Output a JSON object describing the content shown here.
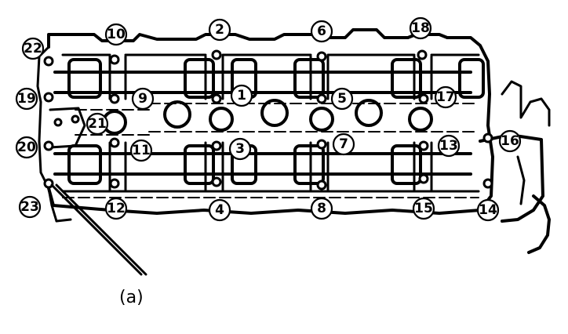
{
  "callouts": [
    "1",
    "2",
    "3",
    "4",
    "5",
    "6",
    "7",
    "8",
    "9",
    "10",
    "11",
    "12",
    "13",
    "14",
    "15",
    "16",
    "17",
    "18",
    "19",
    "20",
    "21",
    "22",
    "23"
  ],
  "leader_label": "(a)"
}
